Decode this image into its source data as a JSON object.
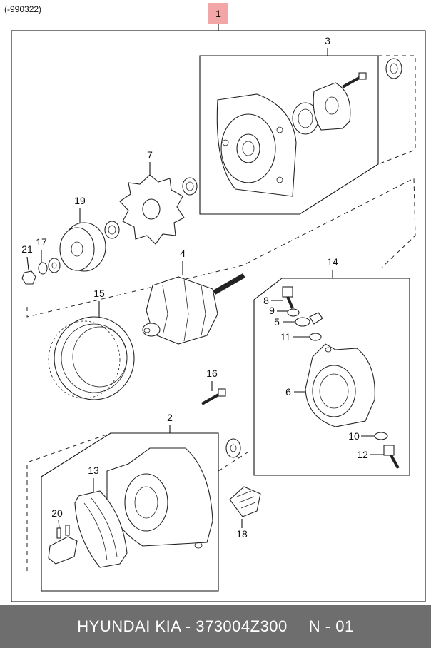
{
  "header": {
    "code": "(-990322)",
    "main_ref": "1"
  },
  "callouts": [
    {
      "id": "2",
      "text": "2"
    },
    {
      "id": "3",
      "text": "3"
    },
    {
      "id": "4",
      "text": "4"
    },
    {
      "id": "5",
      "text": "5"
    },
    {
      "id": "6",
      "text": "6"
    },
    {
      "id": "7",
      "text": "7"
    },
    {
      "id": "8",
      "text": "8"
    },
    {
      "id": "9",
      "text": "9"
    },
    {
      "id": "10",
      "text": "10"
    },
    {
      "id": "11",
      "text": "11"
    },
    {
      "id": "12",
      "text": "12"
    },
    {
      "id": "13",
      "text": "13"
    },
    {
      "id": "14",
      "text": "14"
    },
    {
      "id": "15",
      "text": "15"
    },
    {
      "id": "16",
      "text": "16"
    },
    {
      "id": "17",
      "text": "17"
    },
    {
      "id": "18",
      "text": "18"
    },
    {
      "id": "19",
      "text": "19"
    },
    {
      "id": "20",
      "text": "20"
    },
    {
      "id": "21",
      "text": "21"
    }
  ],
  "footer": {
    "part_number": "HYUNDAI  KIA - 373004Z300",
    "page": "N - 01"
  },
  "colors": {
    "highlight": "#f2a6a6",
    "footer_bg": "#6e6e6e",
    "line": "#111111"
  }
}
